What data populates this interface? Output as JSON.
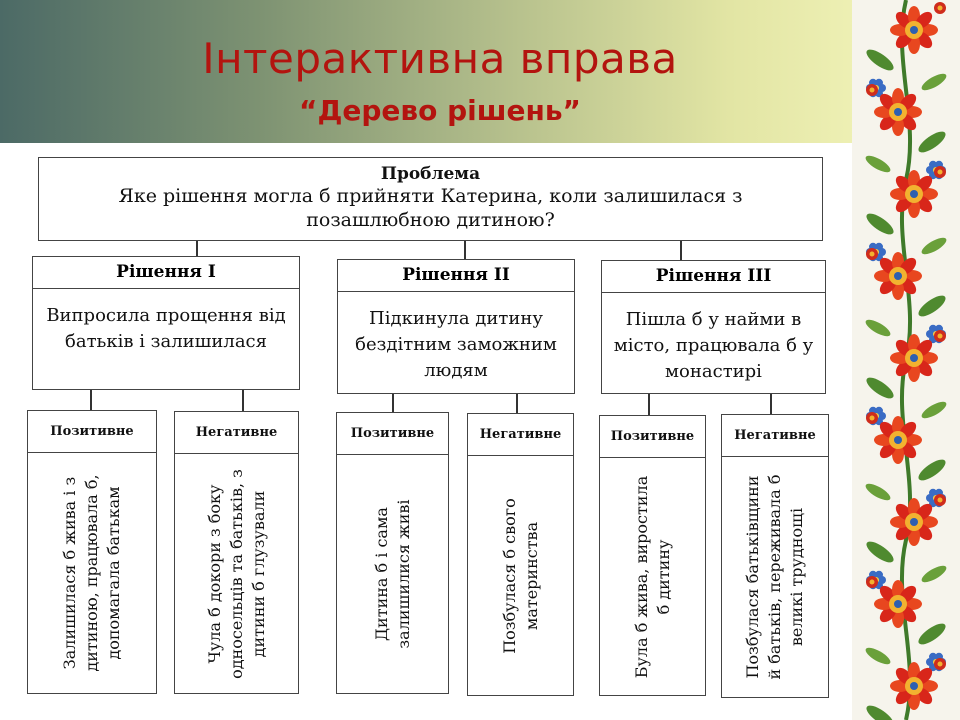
{
  "header": {
    "title": "Інтерактивна вправа",
    "subtitle": "“Дерево рішень”"
  },
  "problem": {
    "heading": "Проблема",
    "question": "Яке рішення могла б прийняти Катерина, коли залишилася з позашлюбною дитиною?"
  },
  "decisions": [
    {
      "heading": "Рішення І",
      "text": "Випросила прощення від батьків і залишилася",
      "positive": {
        "label": "Позитивне",
        "text": "Залишилася б жива і з дитиною, працювала б, допомагала батькам"
      },
      "negative": {
        "label": "Негативне",
        "text": "Чула б докори з боку односельців та батьків, з дитини б глузували"
      }
    },
    {
      "heading": "Рішення ІІ",
      "text": "Підкинула дитину бездітним заможним людям",
      "positive": {
        "label": "Позитивне",
        "text": "Дитина б і сама залишилися живі"
      },
      "negative": {
        "label": "Негативне",
        "text": "Позбулася б свого материнства"
      }
    },
    {
      "heading": "Рішення ІІІ",
      "text": "Пішла б у найми в місто, працювала б у монастирі",
      "positive": {
        "label": "Позитивне",
        "text": "Була б жива, виростила б дитину"
      },
      "negative": {
        "label": "Негативне",
        "text": "Позбулася батьківщини й батьків, переживала б великі труднощі"
      }
    }
  ],
  "colors": {
    "title": "#b3140f",
    "header_gradient_start": "#4c6a66",
    "header_gradient_end": "#eef0b4"
  },
  "decor": {
    "ornament": "ukrainian-floral-ornament-strip"
  }
}
